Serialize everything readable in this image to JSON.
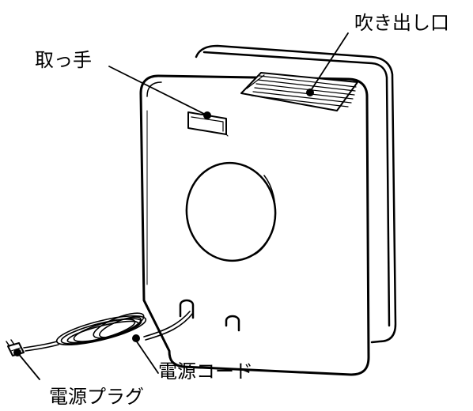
{
  "labels": {
    "outlet": "吹き出し口",
    "handle": "取っ手",
    "power_cord": "電源コード",
    "power_plug": "電源プラグ"
  },
  "colors": {
    "line": "#000000",
    "body": "#ffffff"
  }
}
